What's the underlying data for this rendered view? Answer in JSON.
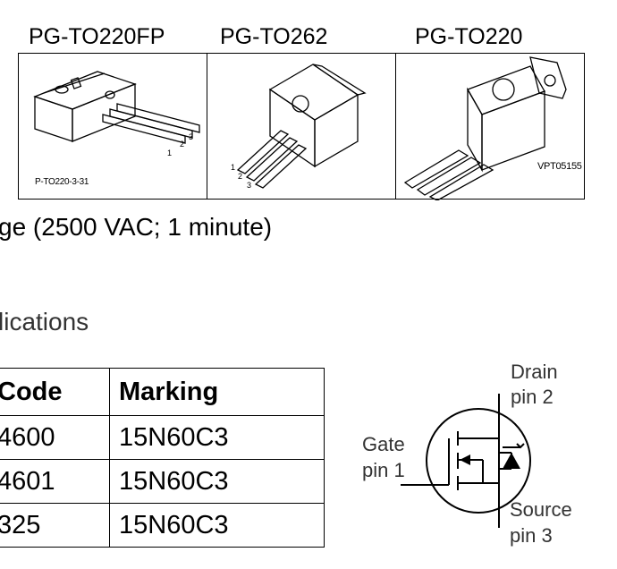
{
  "packages": [
    {
      "name": "PG-TO220FP",
      "caption": "P-TO220-3-31",
      "pins": [
        "1",
        "2",
        "3"
      ]
    },
    {
      "name": "PG-TO262",
      "caption": "",
      "pins": [
        "1",
        "2",
        "3"
      ]
    },
    {
      "name": "PG-TO220",
      "caption": "VPT05155",
      "pins": []
    }
  ],
  "isolation_text": "ge (2500 VAC; 1 minute)",
  "applications_text": "lications",
  "table": {
    "headers": [
      "Code",
      "Marking"
    ],
    "rows": [
      [
        "4600",
        "15N60C3"
      ],
      [
        "4601",
        "15N60C3"
      ],
      [
        "325",
        "15N60C3"
      ]
    ]
  },
  "symbol": {
    "drain": "Drain",
    "drain_pin": "pin 2",
    "gate": "Gate",
    "gate_pin": "pin 1",
    "source": "Source",
    "source_pin": "pin 3"
  },
  "colors": {
    "text": "#000000",
    "muted": "#333333",
    "background": "#ffffff"
  }
}
